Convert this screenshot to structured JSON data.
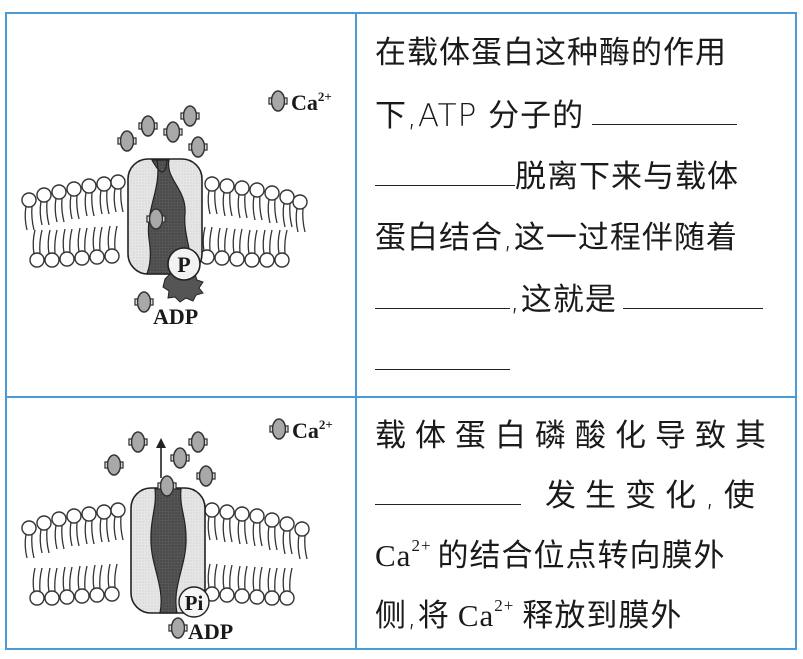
{
  "table": {
    "rows": [
      {
        "figure": {
          "ion_label": "Ca",
          "ion_charge": "2+",
          "phosphate_label": "P",
          "adp_label": "ADP",
          "state": "phosphorylation"
        },
        "text": {
          "line1": "在载体蛋白这种酶的作用",
          "line2_prefix": "下,ATP 分子的",
          "line3_suffix": "脱离下来与载体",
          "line4": "蛋白结合,这一过程伴随着",
          "line5_mid": ",这就是",
          "blanks": 4
        }
      },
      {
        "figure": {
          "ion_label": "Ca",
          "ion_charge": "2+",
          "phosphate_label": "Pi",
          "adp_label": "ADP",
          "state": "conformation-change-release"
        },
        "text": {
          "line1": "载体蛋白磷酸化导致其",
          "line2_suffix": "发生变化,使",
          "line3_ion": "Ca",
          "line3_charge": "2+",
          "line3_suffix": "的结合位点转向膜外",
          "line4_prefix": "侧,将",
          "line4_ion": "Ca",
          "line4_charge": "2+",
          "line4_suffix": "释放到膜外",
          "blanks": 1
        }
      }
    ]
  },
  "colors": {
    "border": "#4a9ad6",
    "protein_light": "#e6e6e6",
    "protein_dark": "#555555",
    "ion_fill": "#a8a8a8"
  }
}
